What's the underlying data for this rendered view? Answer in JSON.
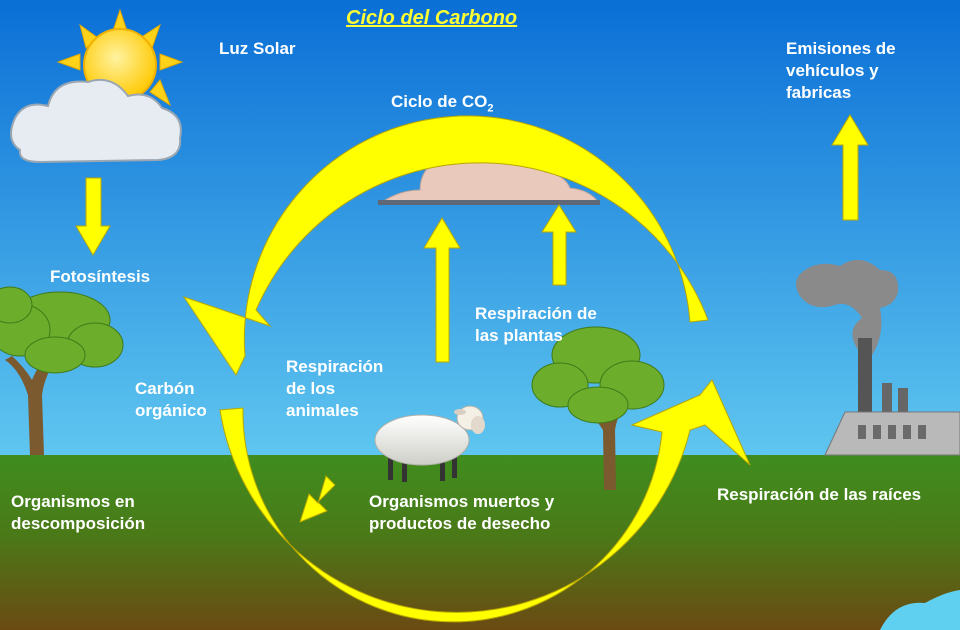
{
  "title": "Ciclo del Carbono",
  "labels": {
    "sunlight": "Luz Solar",
    "co2_cycle": "Ciclo de CO",
    "co2_subscript": "2",
    "photosynthesis": "Fotosíntesis",
    "emissions": [
      "Emisiones de",
      "vehículos y",
      "fabricas"
    ],
    "plant_respiration": [
      "Respiración de",
      "las plantas"
    ],
    "animal_respiration": [
      "Respiración",
      "de los",
      "animales"
    ],
    "organic_carbon": [
      "Carbón",
      "orgánico"
    ],
    "decomposition": [
      "Organismos en",
      "descomposición"
    ],
    "dead_organisms": [
      "Organismos muertos y",
      "productos de desecho"
    ],
    "root_respiration": "Respiración de las raíces"
  },
  "colors": {
    "sky_top": "#0a6fd6",
    "sky_bottom": "#5fc6f0",
    "ground_top": "#3f8d1e",
    "ground_bottom": "#6b4a12",
    "arrow": "#ffff00",
    "title": "#ffff33",
    "label": "#ffffff",
    "co2_cloud": "#e8c9bb",
    "smoke": "#8a8a8a",
    "tree_foliage": "#6cae2c",
    "trunk": "#7a5a2e",
    "sun": "#ffd21a",
    "water": "#5fd0f0"
  }
}
